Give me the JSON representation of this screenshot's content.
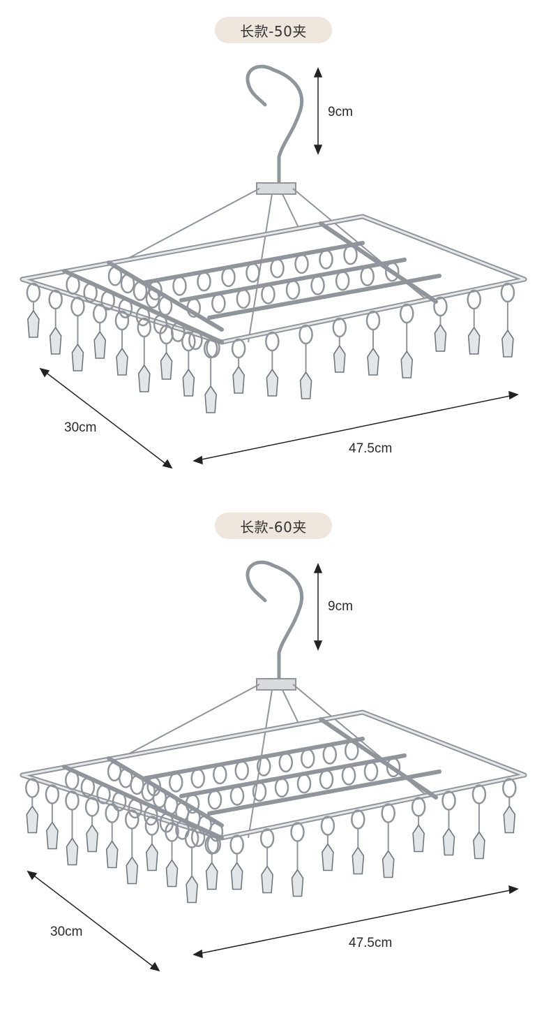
{
  "products": [
    {
      "badge": "长款-50夹",
      "height_label": "9cm",
      "depth_label": "30cm",
      "width_label": "47.5cm",
      "clip_count": 50
    },
    {
      "badge": "长款-60夹",
      "height_label": "9cm",
      "depth_label": "30cm",
      "width_label": "47.5cm",
      "clip_count": 60
    }
  ],
  "colors": {
    "badge_bg": "#efe6dd",
    "metal": "#9aa0a6",
    "metal_light": "#e6e8ea",
    "line": "#222222"
  },
  "icons": [
    "hook-icon",
    "clothes-hanger-icon",
    "clip-icon",
    "dimension-arrow-icon"
  ]
}
